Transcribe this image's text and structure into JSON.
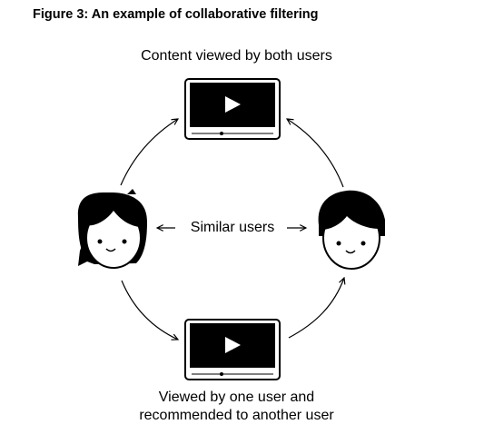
{
  "figure": {
    "title": "Figure 3: An example of collaborative filtering",
    "labels": {
      "top": "Content viewed by both users",
      "middle": "Similar users",
      "bottom_line1": "Viewed by one user and",
      "bottom_line2": "recommended to another user"
    },
    "nodes": [
      {
        "kind": "video-player",
        "role": "content-viewed-by-both"
      },
      {
        "kind": "user-face",
        "role": "user-left",
        "style": "girl"
      },
      {
        "kind": "user-face",
        "role": "user-right",
        "style": "boy"
      },
      {
        "kind": "video-player",
        "role": "content-recommended"
      }
    ],
    "colors": {
      "ink": "#000000",
      "face": "#ffffff",
      "play": "#ffffff",
      "progress-dot": "#000000"
    }
  }
}
